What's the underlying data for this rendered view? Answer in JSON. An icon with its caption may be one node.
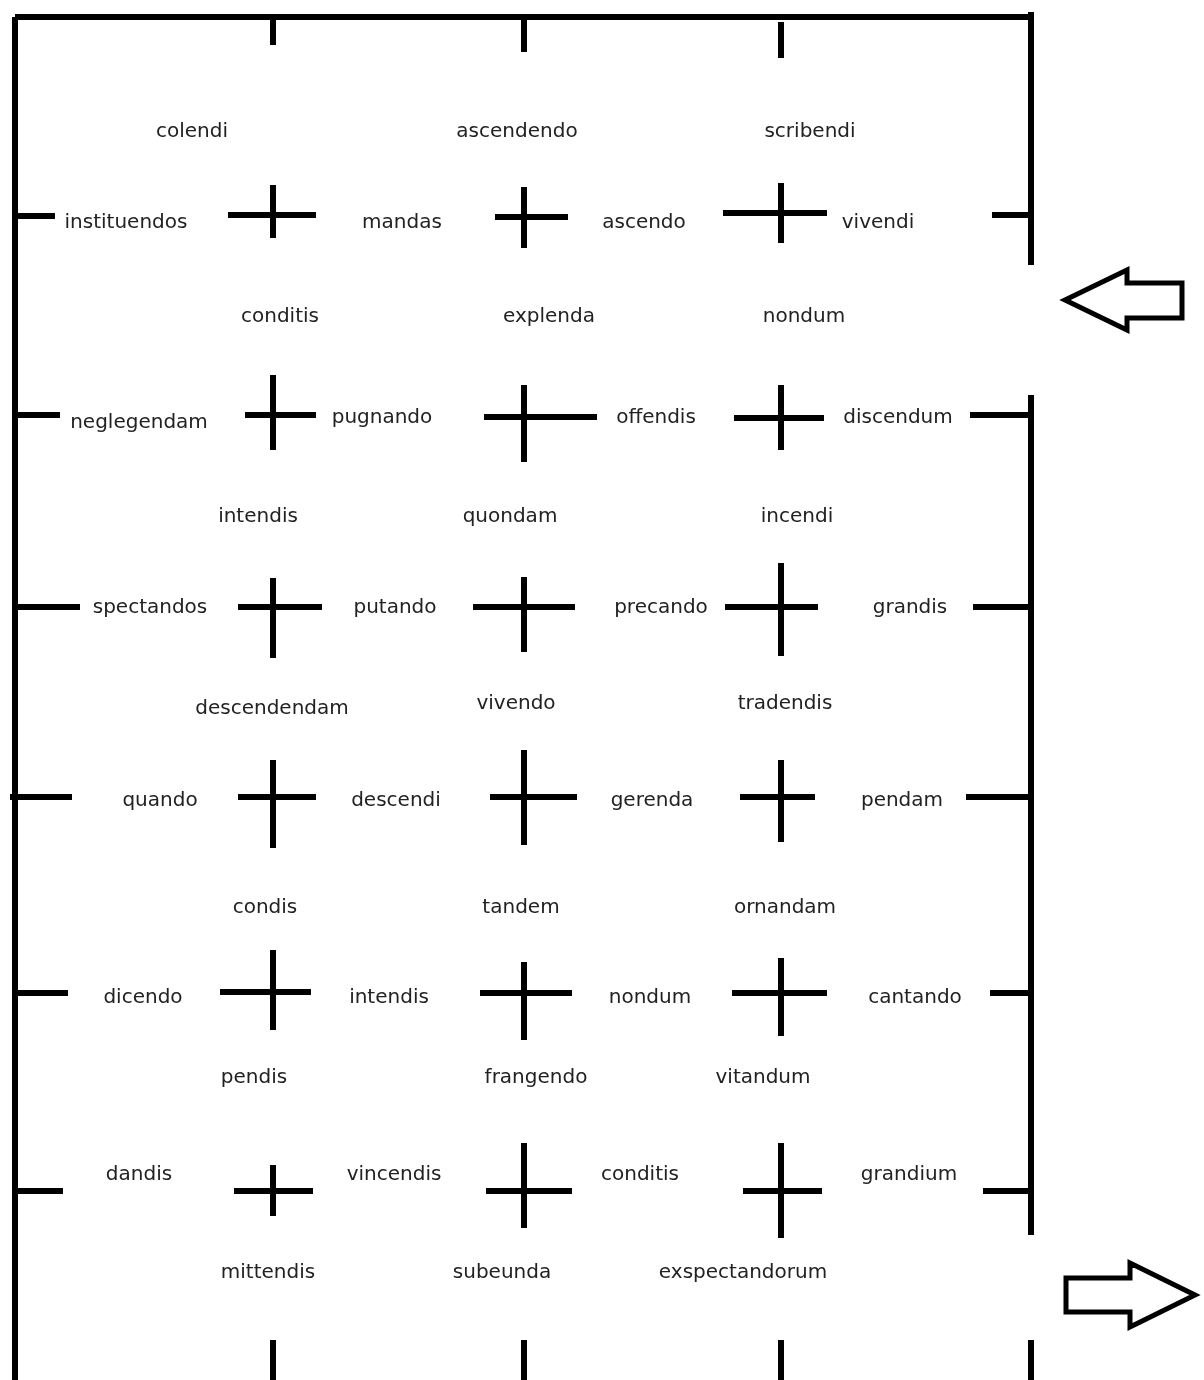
{
  "diagram": {
    "labels": [
      "colendi",
      "ascendendo",
      "scribendi",
      "instituendos",
      "mandas",
      "ascendo",
      "vivendi",
      "conditis",
      "explenda",
      "nondum",
      "neglegendam",
      "pugnando",
      "offendis",
      "discendum",
      "intendis",
      "quondam",
      "incendi",
      "spectandos",
      "putando",
      "precando",
      "grandis",
      "descendendam",
      "vivendo",
      "tradendis",
      "quando",
      "descendi",
      "gerenda",
      "pendam",
      "condis",
      "tandem",
      "ornandam",
      "dicendo",
      "intendis",
      "nondum",
      "cantando",
      "pendis",
      "frangendo",
      "vitandum",
      "dandis",
      "vincendis",
      "conditis",
      "grandium",
      "mittendis",
      "subeunda",
      "exspectandorum"
    ]
  }
}
